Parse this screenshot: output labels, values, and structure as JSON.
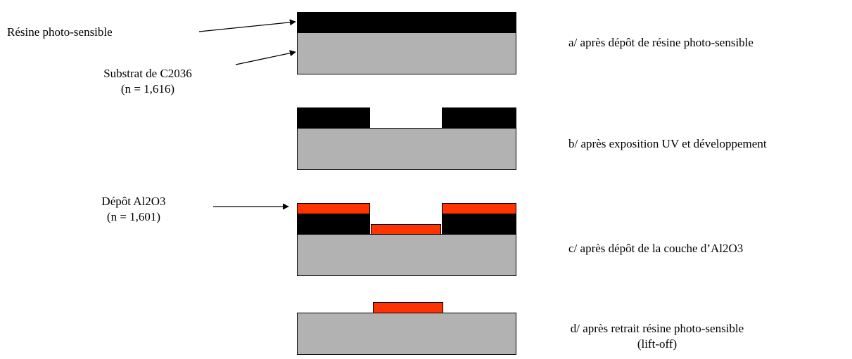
{
  "labels": {
    "resine": "Résine photo-sensible",
    "substrat": "Substrat de C2036",
    "substrat_n": "(n = 1,616)",
    "depot": "Dépôt Al2O3",
    "depot_n": "(n = 1,601)"
  },
  "steps": {
    "a": "a/ après dépôt de résine photo-sensible",
    "b": "b/ après exposition UV et développement",
    "c": "c/ après dépôt de la couche d’Al2O3",
    "d_line1": "d/ après retrait résine photo-sensible",
    "d_line2": "(lift-off)"
  },
  "colors": {
    "substrate": "#b2b2b2",
    "resist": "#000000",
    "al2o3": "#ff3300"
  }
}
